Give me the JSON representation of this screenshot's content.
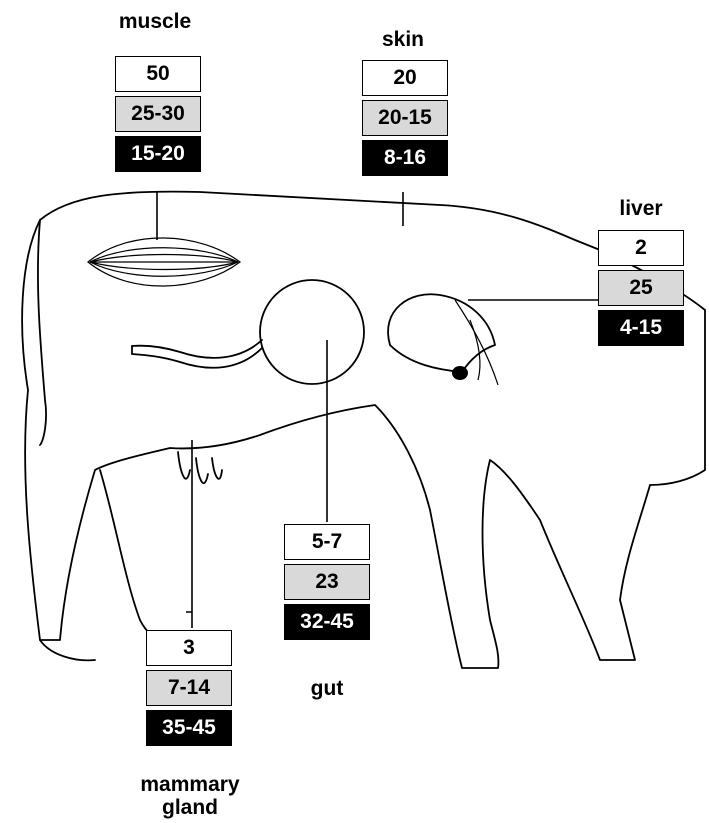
{
  "colors": {
    "row1": "#ffffff",
    "row2": "#d9d9d9",
    "row3": "#000000"
  },
  "organs": {
    "muscle": {
      "label": "muscle",
      "values": [
        "50",
        "25-30",
        "15-20"
      ]
    },
    "skin": {
      "label": "skin",
      "values": [
        "20",
        "20-15",
        "8-16"
      ]
    },
    "liver": {
      "label": "liver",
      "values": [
        "2",
        "25",
        "4-15"
      ]
    },
    "gut": {
      "label": "gut",
      "values": [
        "5-7",
        "23",
        "32-45"
      ]
    },
    "mammary": {
      "label_line1": "mammary",
      "label_line2": "gland",
      "values": [
        "3",
        "7-14",
        "35-45"
      ]
    }
  }
}
